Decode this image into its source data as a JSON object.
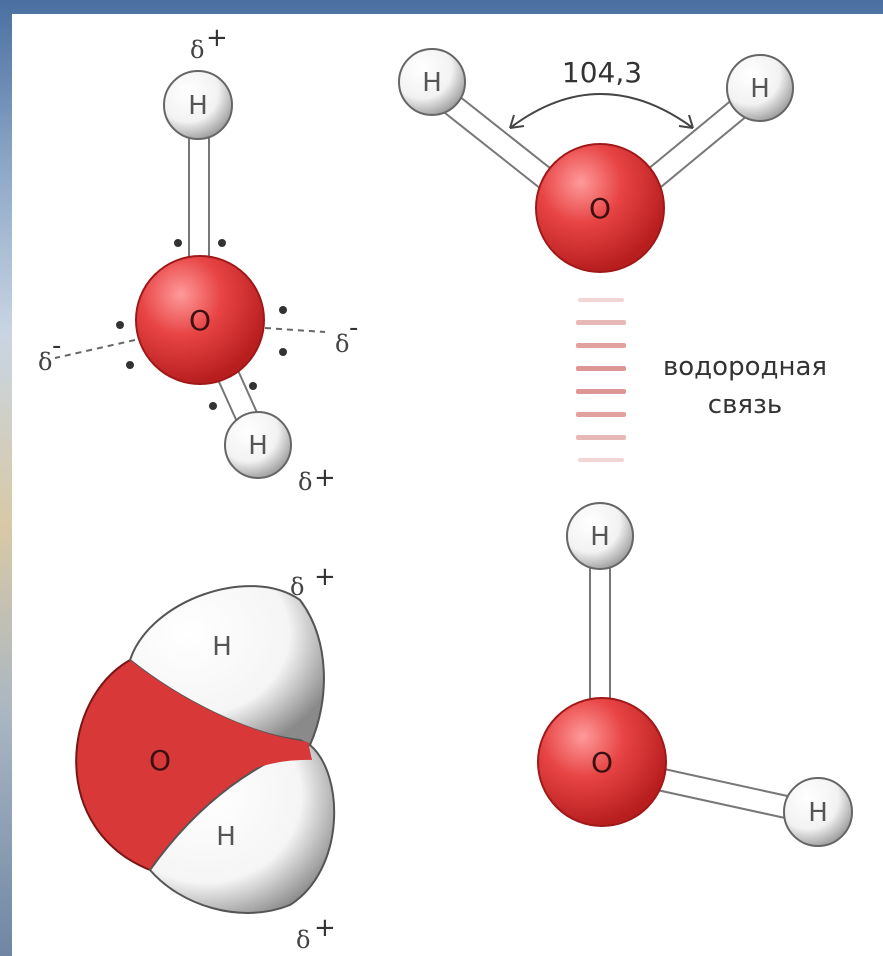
{
  "atoms": {
    "hydrogen": "H",
    "oxygen": "O"
  },
  "partial_charge": {
    "symbol": "δ",
    "positive": "+",
    "negative": "-"
  },
  "bond_angle": "104,3",
  "hbond_label": {
    "line1": "водородная",
    "line2": "связь"
  },
  "colors": {
    "oxygen": "#e03c3c",
    "hydrogen": "#ffffff",
    "background": "#ffffff"
  }
}
